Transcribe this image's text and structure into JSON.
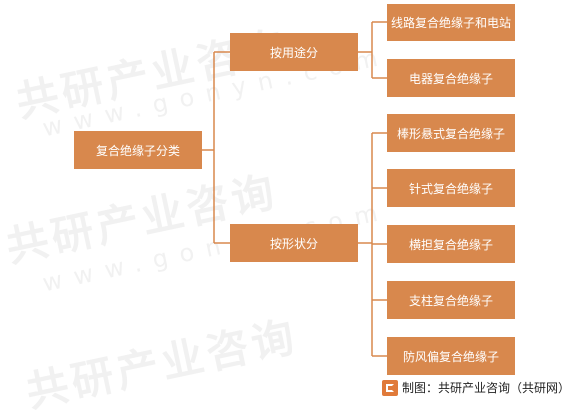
{
  "root": {
    "label": "复合绝缘子分类"
  },
  "branches": [
    {
      "label": "按用途分",
      "leaves": [
        "线路复合绝缘子和电站",
        "电器复合绝缘子"
      ]
    },
    {
      "label": "按形状分",
      "leaves": [
        "棒形悬式复合绝缘子",
        "针式复合绝缘子",
        "横担复合绝缘子",
        "支柱复合绝缘子",
        "防风偏复合绝缘子"
      ]
    }
  ],
  "source": {
    "text": "制图：共研产业咨询（共研网）",
    "logo_icon": "gonyn-logo-icon"
  },
  "colors": {
    "node": "#d8884d",
    "line": "#d8884d"
  }
}
